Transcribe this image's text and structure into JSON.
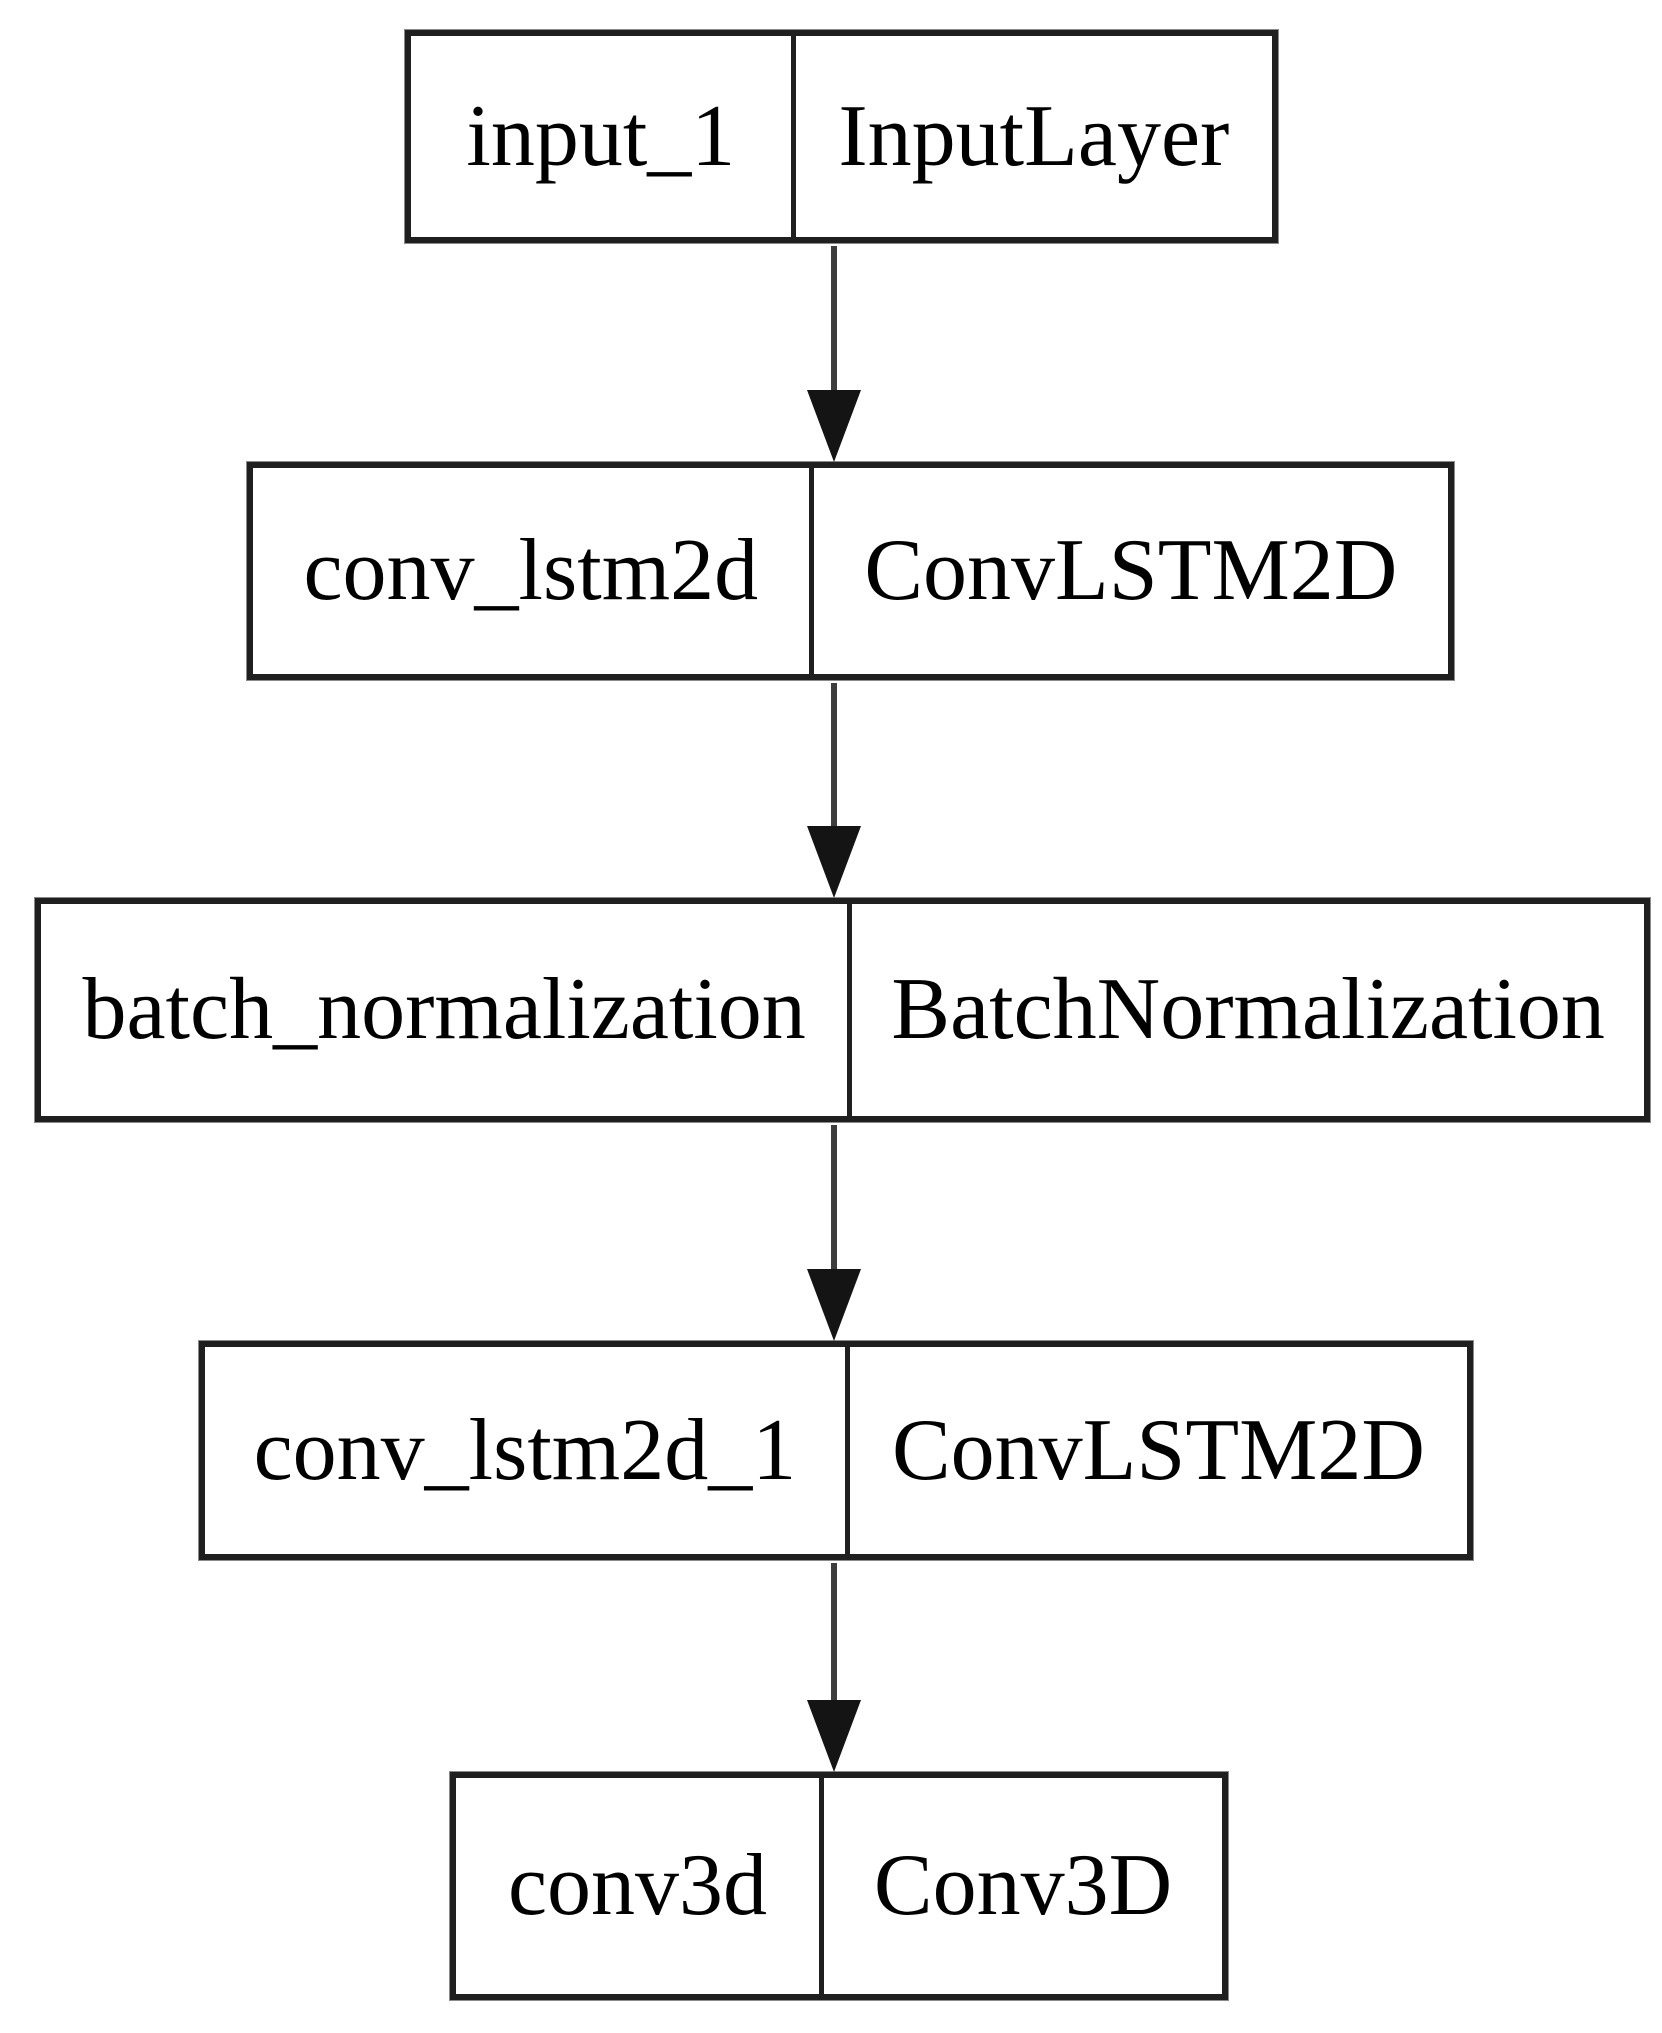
{
  "diagram": {
    "kind": "neural-network-layer-graph",
    "nodes": [
      {
        "name": "input_1",
        "layer_type": "InputLayer"
      },
      {
        "name": "conv_lstm2d",
        "layer_type": "ConvLSTM2D"
      },
      {
        "name": "batch_normalization",
        "layer_type": "BatchNormalization"
      },
      {
        "name": "conv_lstm2d_1",
        "layer_type": "ConvLSTM2D"
      },
      {
        "name": "conv3d",
        "layer_type": "Conv3D"
      }
    ],
    "edges": [
      {
        "from": "input_1",
        "to": "conv_lstm2d"
      },
      {
        "from": "conv_lstm2d",
        "to": "batch_normalization"
      },
      {
        "from": "batch_normalization",
        "to": "conv_lstm2d_1"
      },
      {
        "from": "conv_lstm2d_1",
        "to": "conv3d"
      }
    ],
    "colors": {
      "background": "#ffffff",
      "border": "#1f1f1f",
      "text": "#000000",
      "edge_line": "#3d3d3d",
      "arrowhead": "#141414"
    }
  }
}
